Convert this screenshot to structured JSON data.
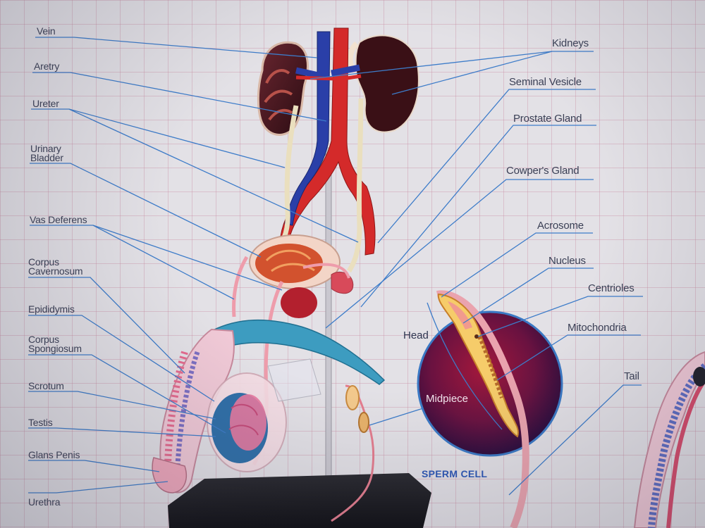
{
  "labels_left": {
    "vein": "Vein",
    "artery": "Aretry",
    "ureter": "Ureter",
    "urinary_bladder_1": "Urinary",
    "urinary_bladder_2": "Bladder",
    "vas_deferens": "Vas Deferens",
    "corpus_cavernosum_1": "Corpus",
    "corpus_cavernosum_2": "Cavernosum",
    "epididymis": "Epididymis",
    "corpus_spongiosum_1": "Corpus",
    "corpus_spongiosum_2": "Spongiosum",
    "scrotum": "Scrotum",
    "testis": "Testis",
    "glans_penis": "Glans Penis",
    "urethra": "Urethra"
  },
  "labels_right": {
    "kidneys": "Kidneys",
    "seminal_vesicle": "Seminal Vesicle",
    "prostate_gland": "Prostate Gland",
    "cowpers_gland": "Cowper's Gland",
    "acrosome": "Acrosome",
    "nucleus": "Nucleus",
    "centrioles": "Centrioles",
    "mitochondria": "Mitochondria",
    "tail": "Tail"
  },
  "sperm_cell": {
    "head": "Head",
    "midpiece": "Midpiece",
    "caption": "SPERM CELL"
  },
  "colors": {
    "leader_line": "#3d7cc9",
    "artery": "#d42a2a",
    "vein": "#2a3fa8",
    "caption": "#2d57b5"
  }
}
